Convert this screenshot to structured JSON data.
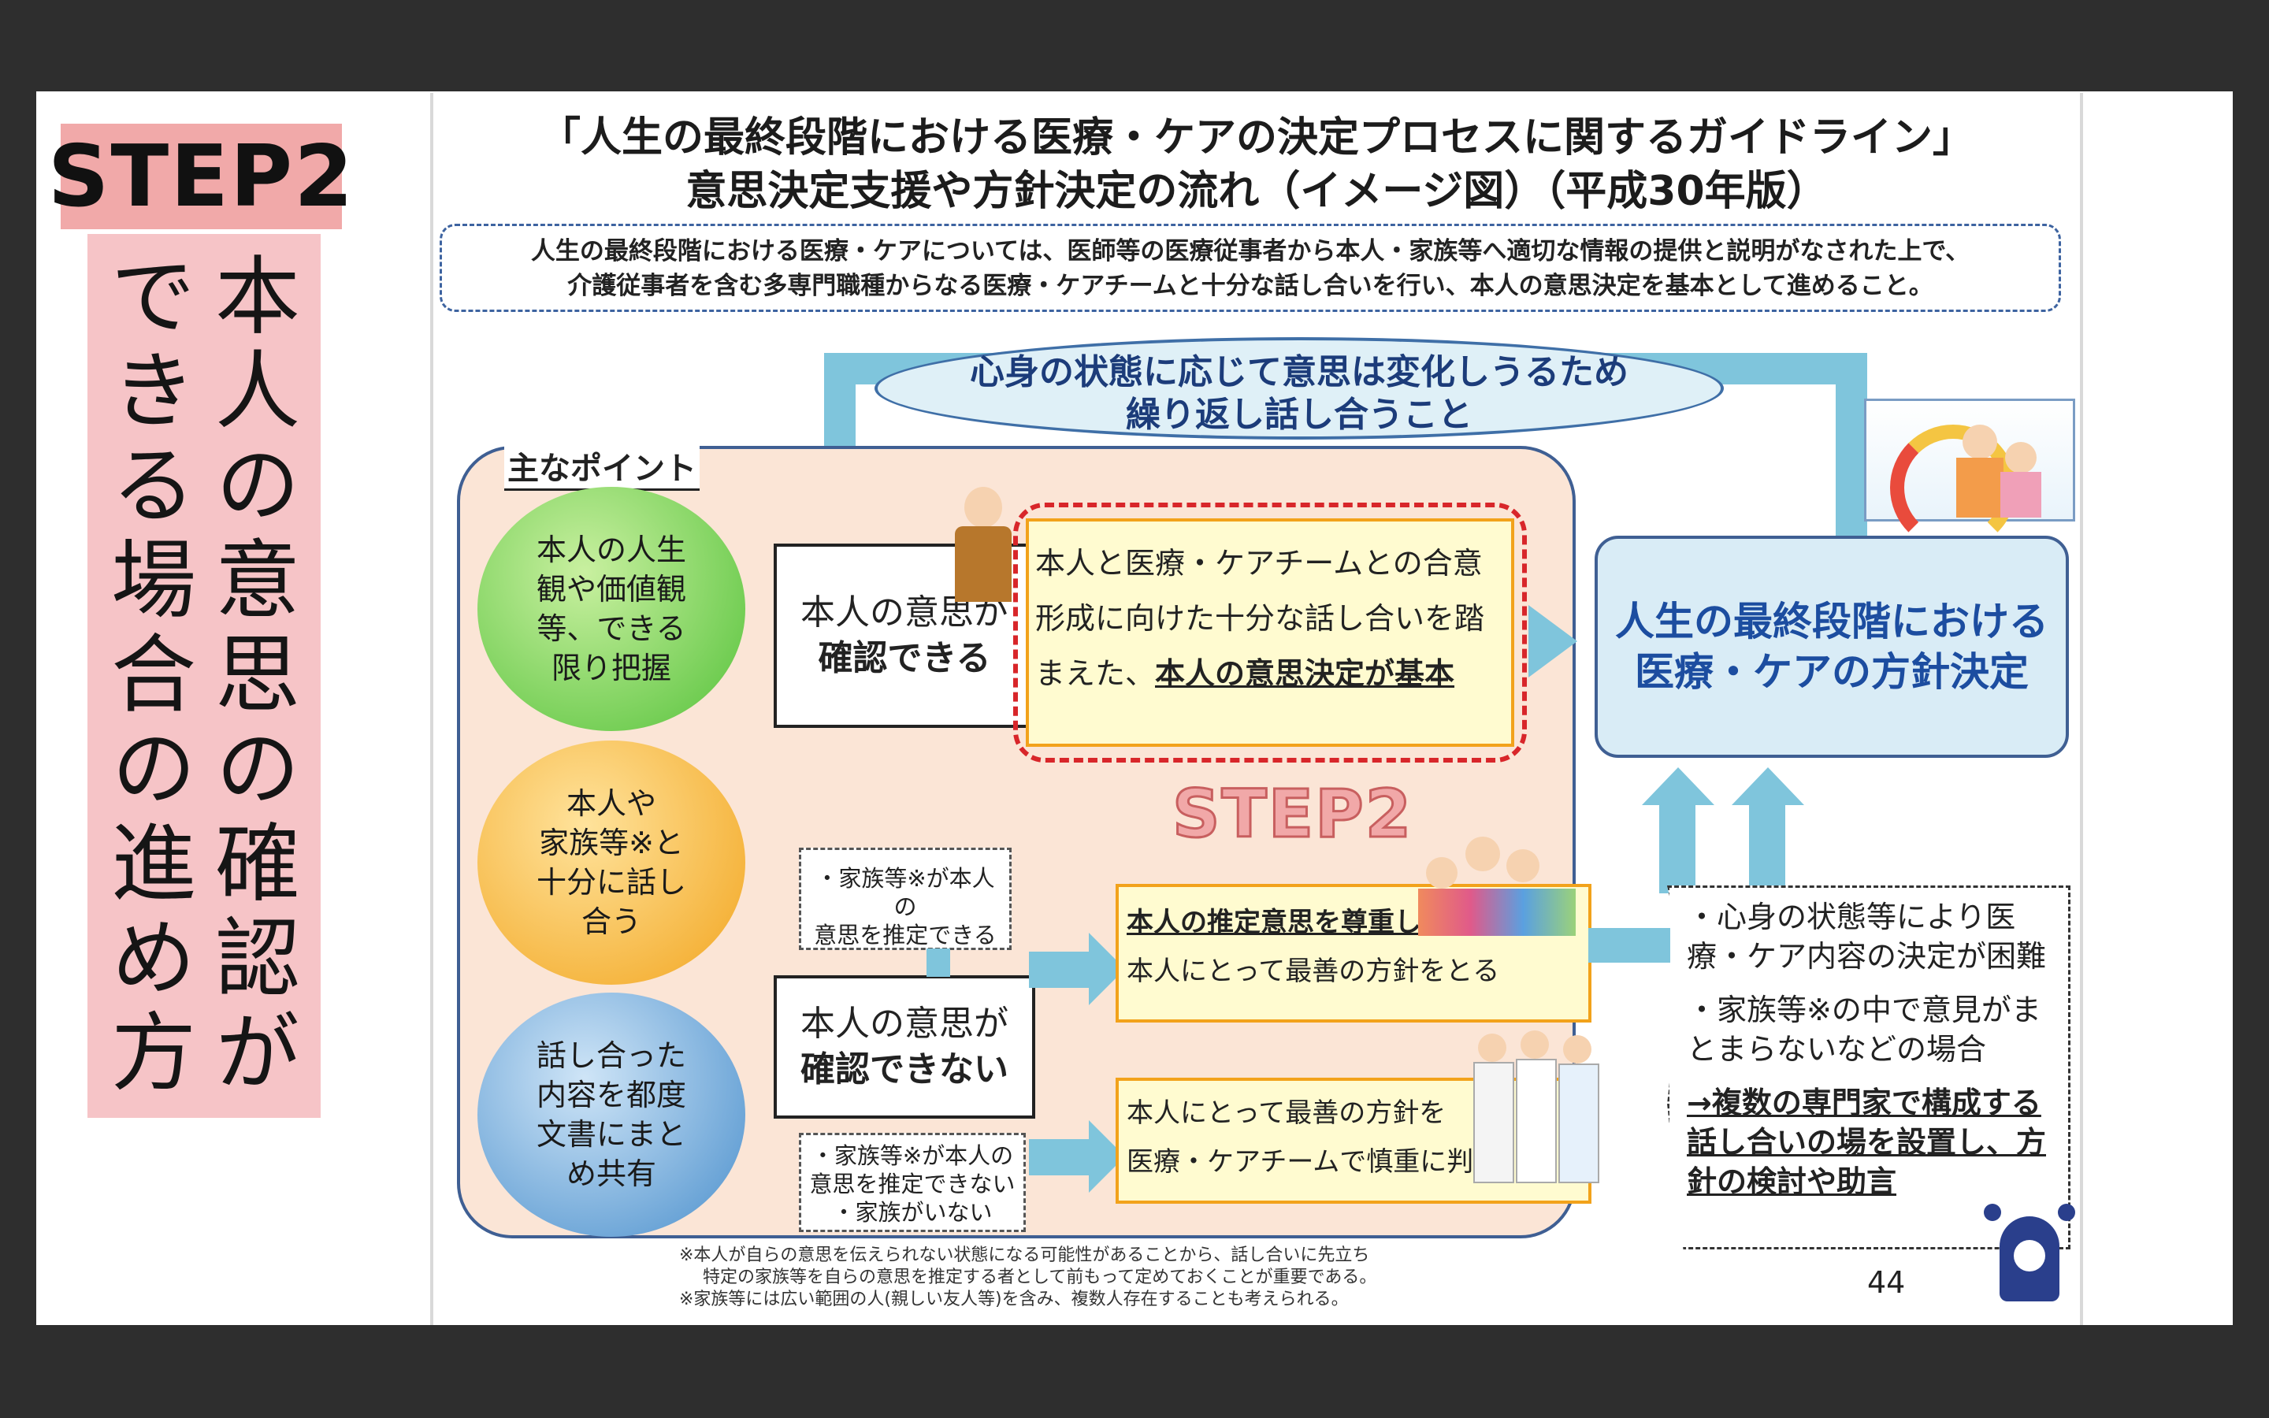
{
  "left_panel": {
    "step_tag": "STEP2",
    "vertical_col1": "本人の意思の確認が",
    "vertical_col2": "できる場合の進め方"
  },
  "figure": {
    "title_line1": "「人生の最終段階における医療・ケアの決定プロセスに関するガイドライン」",
    "title_line2": "意思決定支援や方針決定の流れ（イメージ図）（平成30年版）",
    "intro_line1": "人生の最終段階における医療・ケアについては、医師等の医療従事者から本人・家族等へ適切な情報の提供と説明がなされた上で、",
    "intro_line2": "介護従事者を含む多専門職種からなる医療・ケアチームと十分な話し合いを行い、本人の意思決定を基本として進めること。",
    "oval_line1": "心身の状態に応じて意思は変化しうるため",
    "oval_line2": "繰り返し話し合うこと",
    "points_title": "主なポイント",
    "circle1": [
      "本人の人生",
      "観や価値観",
      "等、できる",
      "限り把握"
    ],
    "circle2": [
      "本人や",
      "家族等※と",
      "十分に話し",
      "合う"
    ],
    "circle3": [
      "話し合った",
      "内容を都度",
      "文書にまと",
      "め共有"
    ],
    "confirm_yes": [
      "本人の意思が",
      "確認できる"
    ],
    "confirm_no": [
      "本人の意思が",
      "確認できない"
    ],
    "main_box": [
      "本人と医療・ケアチームとの合意",
      "形成に向けた十分な話し合いを踏",
      "まえた、",
      "本人の意思決定が基本"
    ],
    "step2_label": "STEP2",
    "family_can": [
      "・家族等※が本人の",
      "意思を推定できる"
    ],
    "family_cannot": [
      "・家族等※が本人の",
      "意思を推定できない",
      "・家族がいない"
    ],
    "estimate_box": [
      "本人の推定意思を尊重し、",
      "本人にとって最善の方針をとる"
    ],
    "best_box": [
      "本人にとって最善の方針を",
      "医療・ケアチームで慎重に判断"
    ],
    "goal": [
      "人生の最終段階における",
      "医療・ケアの方針決定"
    ],
    "right_bullets": [
      "・心身の状態等により医療・ケア内容の決定が困難",
      "・家族等※の中で意見がまとまらないなどの場合"
    ],
    "right_recommend": "→複数の専門家で構成する話し合いの場を設置し、方針の検討や助言",
    "footnotes": [
      "※本人が自らの意思を伝えられない状態になる可能性があることから、話し合いに先立ち",
      "特定の家族等を自らの意思を推定する者として前もって定めておくことが重要である。",
      "※家族等には広い範囲の人(親しい友人等)を含み、複数人存在することも考えられる。"
    ],
    "page_number": "44"
  },
  "colors": {
    "background": "#2e2e2e",
    "step_tag": "#f1a9a9",
    "vertical_box": "#f6c4c7",
    "arrow": "#7fc5dc",
    "panel": "#fbe5d6",
    "accent_blue": "#1c4da0",
    "dashed_red": "#d8262a"
  }
}
